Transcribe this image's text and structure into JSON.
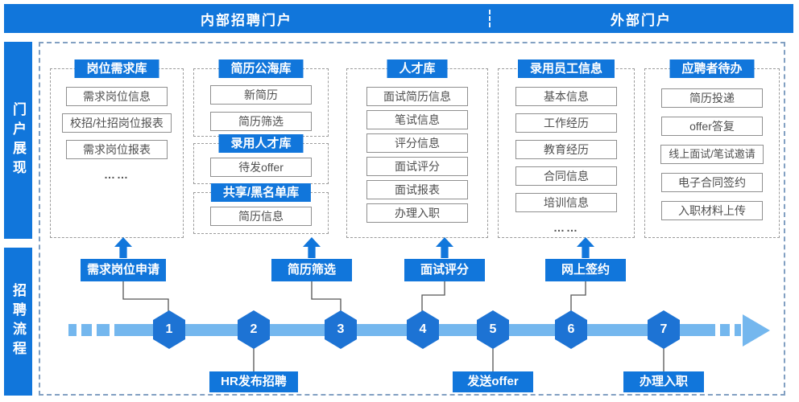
{
  "header": {
    "internal_portal": "内部招聘门户",
    "external_portal": "外部门户"
  },
  "sidebar": {
    "portal_section": "门户展现",
    "process_section": "招聘流程"
  },
  "portal": {
    "groups": [
      {
        "title": "岗位需求库",
        "items": [
          "需求岗位信息",
          "校招/社招岗位报表",
          "需求岗位报表",
          "……"
        ]
      },
      {
        "title": "简历公海库",
        "items": [
          "新简历",
          "简历筛选"
        ]
      },
      {
        "title": "录用人才库",
        "items": [
          "待发offer"
        ]
      },
      {
        "title": "共享/黑名单库",
        "items": [
          "简历信息"
        ]
      },
      {
        "title": "人才库",
        "items": [
          "面试简历信息",
          "笔试信息",
          "评分信息",
          "面试评分",
          "面试报表",
          "办理入职"
        ]
      },
      {
        "title": "录用员工信息",
        "items": [
          "基本信息",
          "工作经历",
          "教育经历",
          "合同信息",
          "培训信息",
          "……"
        ]
      },
      {
        "title": "应聘者待办",
        "items": [
          "简历投递",
          "offer答复",
          "线上面试/笔试邀请",
          "电子合同签约",
          "入职材料上传"
        ]
      }
    ]
  },
  "process": {
    "steps": [
      "1",
      "2",
      "3",
      "4",
      "5",
      "6",
      "7"
    ],
    "labels_above": [
      "需求岗位申请",
      "简历筛选",
      "面试评分",
      "网上签约"
    ],
    "labels_below": [
      "HR发布招聘",
      "发送offer",
      "办理入职"
    ]
  },
  "colors": {
    "primary": "#1176db",
    "hexagon": "#1d73d4",
    "timeline": "#74b7ee",
    "connector": "#555555",
    "box-border": "#8f8f8f",
    "box-text": "#4f4f4f",
    "dashed-gray": "#9a9a9a",
    "outer-dashed": "#82a0c2"
  }
}
